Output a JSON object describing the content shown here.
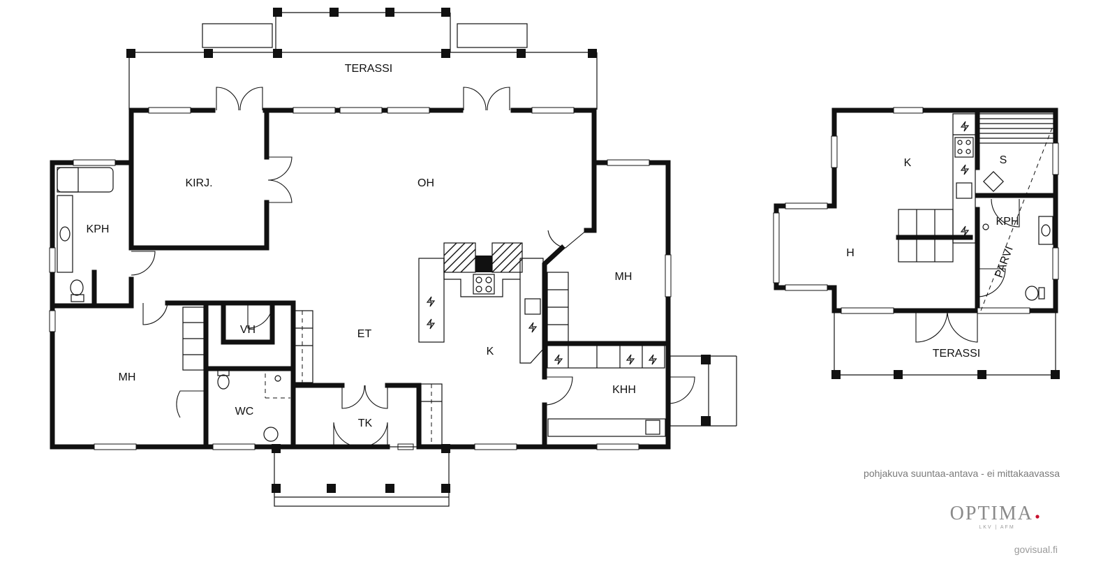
{
  "ground_floor": {
    "rooms": {
      "terassi": "TERASSI",
      "kirj": "KIRJ.",
      "oh": "OH",
      "kph": "KPH",
      "mh_left": "MH",
      "mh_right": "MH",
      "vh": "VH",
      "et": "ET",
      "k": "K",
      "wc": "WC",
      "tk": "TK",
      "khh": "KHH"
    }
  },
  "upper_floor": {
    "rooms": {
      "k": "K",
      "s": "S",
      "kph": "KPH",
      "h": "H",
      "parvi": "PARVI",
      "terassi": "TERASSI"
    }
  },
  "footer": {
    "note": "pohjakuva suuntaa-antava - ei mittakaavassa",
    "brand": "OPTIMA",
    "brand_dot_color": "#c8102e",
    "brand_sub": "LKV | AFM",
    "credit": "govisual.fi"
  }
}
